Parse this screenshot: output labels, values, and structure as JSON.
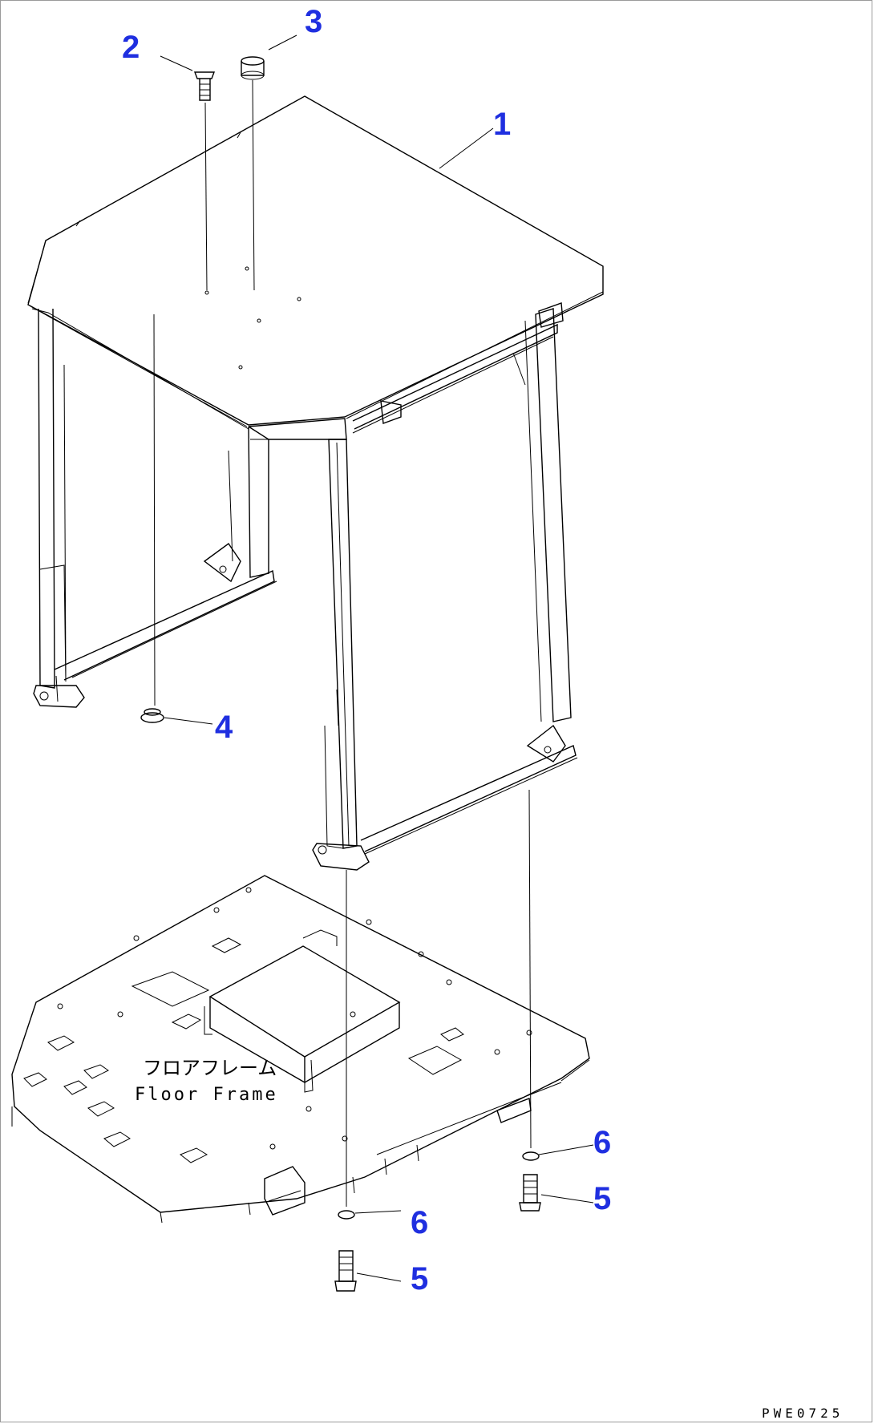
{
  "diagram": {
    "drawing_code": "PWE0725",
    "floor_label_jp": "フロアフレーム",
    "floor_label_en": "Floor Frame",
    "callouts": [
      {
        "id": "c2",
        "number": "2"
      },
      {
        "id": "c3",
        "number": "3"
      },
      {
        "id": "c1",
        "number": "1"
      },
      {
        "id": "c4",
        "number": "4"
      },
      {
        "id": "c6a",
        "number": "6"
      },
      {
        "id": "c5a",
        "number": "5"
      },
      {
        "id": "c6b",
        "number": "6"
      },
      {
        "id": "c5b",
        "number": "5"
      }
    ],
    "colors": {
      "callout": "#1f2fe0",
      "line": "#000000"
    }
  }
}
